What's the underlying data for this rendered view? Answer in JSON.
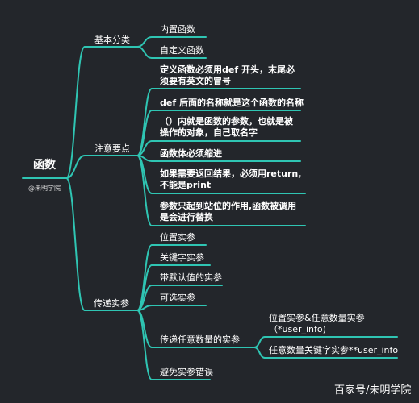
{
  "root": {
    "title": "函数",
    "author": "@未明学院"
  },
  "branches": [
    {
      "label": "基本分类",
      "children": [
        {
          "text": "内置函数"
        },
        {
          "text": "自定义函数"
        }
      ]
    },
    {
      "label": "注意要点",
      "children": [
        {
          "text": "定义函数必须用def 开头，末尾必须要有英文的冒号"
        },
        {
          "text": "def 后面的名称就是这个函数的名称"
        },
        {
          "text": "（）内就是函数的参数，也就是被操作的对象，自己取名字"
        },
        {
          "text": "函数体必须缩进"
        },
        {
          "text": "如果需要返回结果，必须用return,不能是print"
        },
        {
          "text": "参数只起到站位的作用,函数被调用是会进行替换"
        }
      ]
    },
    {
      "label": "传递实参",
      "children": [
        {
          "text": "位置实参"
        },
        {
          "text": "关键字实参"
        },
        {
          "text": "带默认值的实参"
        },
        {
          "text": "可选实参"
        },
        {
          "text": "传递任意数量的实参",
          "children": [
            {
              "text": "位置实参&任意数量实参（*user_info)"
            },
            {
              "text": "任意数量关键字实参**user_info"
            }
          ]
        },
        {
          "text": "避免实参错误"
        }
      ]
    }
  ],
  "watermark": "百家号/未明学院",
  "colors": {
    "background": "#23262b",
    "line": "#2fc5b3",
    "text": "#ffffff"
  }
}
